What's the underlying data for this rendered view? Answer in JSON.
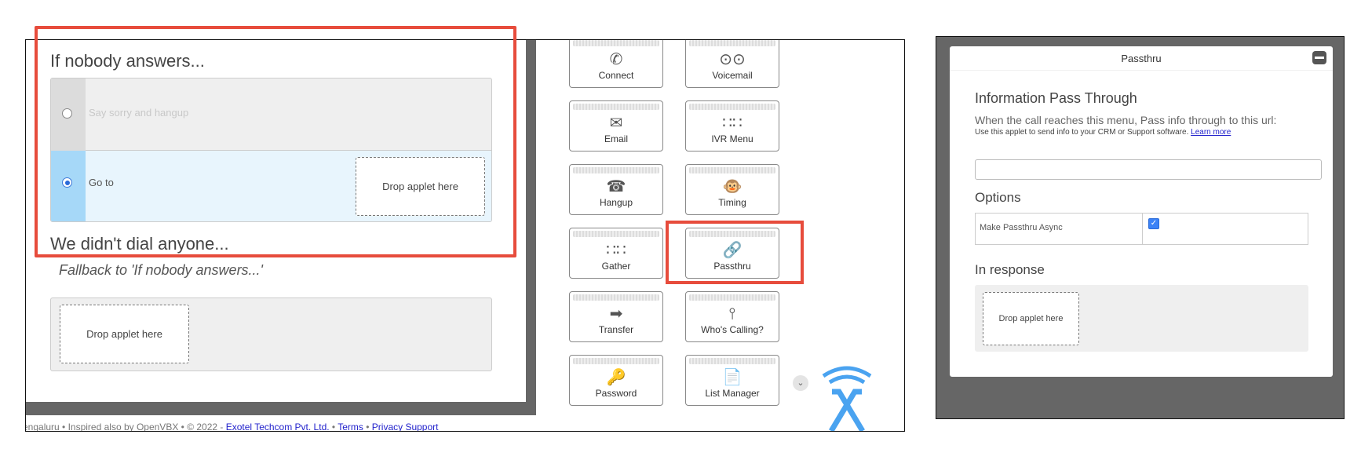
{
  "left": {
    "heading_nobody": "If nobody answers...",
    "option_hangup": "Say sorry and hangup",
    "option_goto": "Go to",
    "selected_option": "goto",
    "drop_label": "Drop applet here",
    "heading_no_dial": "We didn't dial anyone...",
    "fallback": "Fallback to 'If nobody answers...'",
    "footer": {
      "text": "engaluru • Inspired also by OpenVBX • © 2022 - ",
      "company": "Exotel Techcom Pvt. Ltd.",
      "sep": " • ",
      "terms": "Terms",
      "sep2": " • ",
      "privacy": "Privacy Support"
    }
  },
  "applets": [
    {
      "label": "Connect",
      "icon": "phone-icon"
    },
    {
      "label": "Voicemail",
      "icon": "voicemail-icon"
    },
    {
      "label": "Email",
      "icon": "envelope-icon"
    },
    {
      "label": "IVR Menu",
      "icon": "keypad-icon"
    },
    {
      "label": "Hangup",
      "icon": "hangup-icon"
    },
    {
      "label": "Timing",
      "icon": "monkey-icon"
    },
    {
      "label": "Gather",
      "icon": "keypad-icon"
    },
    {
      "label": "Passthru",
      "icon": "link-icon"
    },
    {
      "label": "Transfer",
      "icon": "arrow-icon"
    },
    {
      "label": "Who's Calling?",
      "icon": "branch-icon"
    },
    {
      "label": "Password",
      "icon": "key-icon"
    },
    {
      "label": "List Manager",
      "icon": "list-icon"
    }
  ],
  "dialog": {
    "title": "Passthru",
    "heading": "Information Pass Through",
    "description": "When the call reaches this menu, Pass info through to this url:",
    "help": "Use this applet to send info to your CRM or Support software.",
    "learn_more": "Learn more",
    "url_value": "",
    "options_heading": "Options",
    "option_async_label": "Make Passthru Async",
    "option_async_checked": true,
    "in_response": "In response",
    "drop_label": "Drop applet here"
  },
  "colors": {
    "highlight": "#e74c3c",
    "selected_col": "#a6d8f8",
    "selected_bg": "#e8f5fd",
    "logo": "#4aa3f0"
  }
}
